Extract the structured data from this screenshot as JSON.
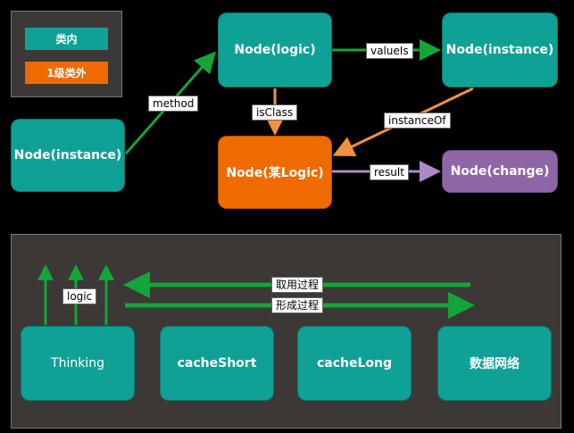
{
  "legend": {
    "inner_label": "类内",
    "outer_label": "1级类外"
  },
  "nodes": {
    "instance_left": "Node(instance)",
    "logic": "Node(logic)",
    "instance_right": "Node(instance)",
    "some_logic": "Node(某Logic)",
    "change": "Node(change)"
  },
  "edges": {
    "method": "method",
    "valueIs": "valueIs",
    "isClass": "isClass",
    "instanceOf": "instanceOf",
    "result": "result"
  },
  "bottom": {
    "logic_label": "logic",
    "fetch_label": "取用过程",
    "form_label": "形成过程",
    "thinking": "Thinking",
    "cache_short": "cacheShort",
    "cache_long": "cacheLong",
    "data_network": "数据网络"
  },
  "colors": {
    "teal": "#0fa195",
    "orange": "#ef6a00",
    "purple": "#8e66a8",
    "green_arrow": "#13a538",
    "orange_arrow": "#f0913f",
    "purple_arrow": "#a98bc6",
    "panel": "#3b3836"
  }
}
